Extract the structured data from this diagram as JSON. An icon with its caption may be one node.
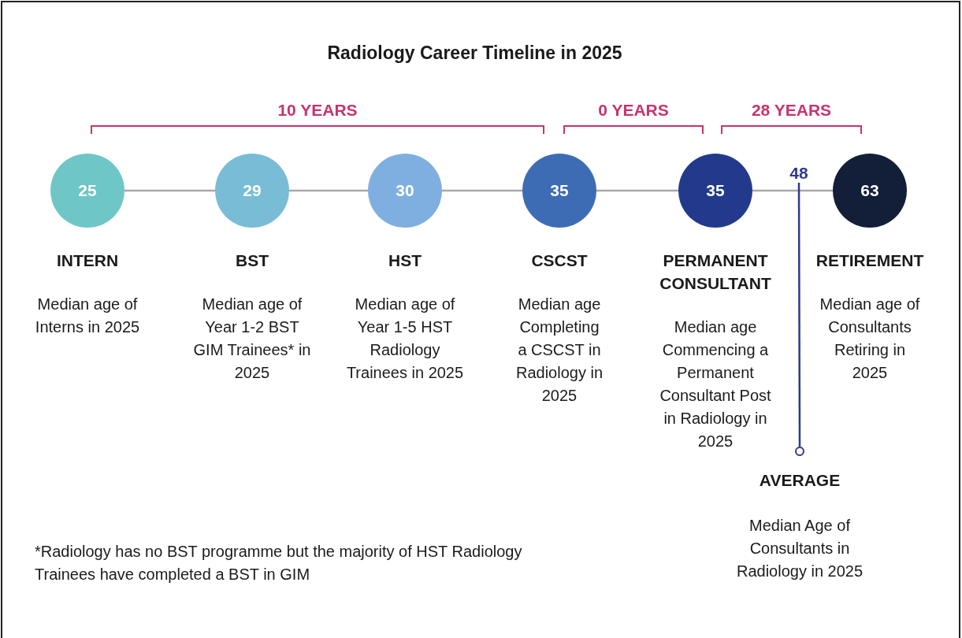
{
  "diagram": {
    "title": "Radiology Career Timeline in 2025",
    "nodes": [
      {
        "text": [
          "25"
        ],
        "beside": [
          "INTERN",
          "Median age of Interns in 2025"
        ]
      },
      {
        "text": [
          "29"
        ],
        "beside": [
          "BST",
          "Median age of Year 1-2 BST GIM Trainees* in 2025"
        ]
      },
      {
        "text": [
          "30"
        ],
        "beside": [
          "HST",
          "Median age of Year 1-5 HST Radiology Trainees in 2025"
        ]
      },
      {
        "text": [
          "35"
        ],
        "beside": [
          "CSCST",
          "Median age Completing a CSCST in Radiology in 2025"
        ]
      },
      {
        "text": [
          "35"
        ],
        "beside": [
          "PERMANENT CONSULTANT",
          "Median age Commencing a Permanent Consultant Post in Radiology in 2025"
        ]
      },
      {
        "text": [
          "63"
        ],
        "beside": [
          "RETIREMENT",
          "Median age of Consultants Retiring in 2025"
        ]
      },
      {
        "text": [
          "48"
        ]
      },
      {
        "text": [],
        "shape": "circle",
        "beside": [
          "AVERAGE",
          "Median Age of Consultants in Radiology in 2025"
        ]
      }
    ],
    "edges": [
      {
        "from": 0,
        "to": 1,
        "arrow": "none"
      },
      {
        "from": 1,
        "to": 2,
        "arrow": "none"
      },
      {
        "from": 2,
        "to": 3,
        "arrow": "none"
      },
      {
        "from": 3,
        "to": 4,
        "arrow": "none"
      },
      {
        "from": 4,
        "to": 5,
        "arrow": "none"
      },
      {
        "from": 6,
        "to": 7,
        "arrow": "none",
        "color": "#2d3a8c"
      }
    ],
    "labels": [
      "10 YEARS",
      "0 YEARS",
      "28 YEARS",
      "*Radiology has no BST programme but the majority of HST Radiology Trainees have completed a BST in GIM"
    ]
  }
}
